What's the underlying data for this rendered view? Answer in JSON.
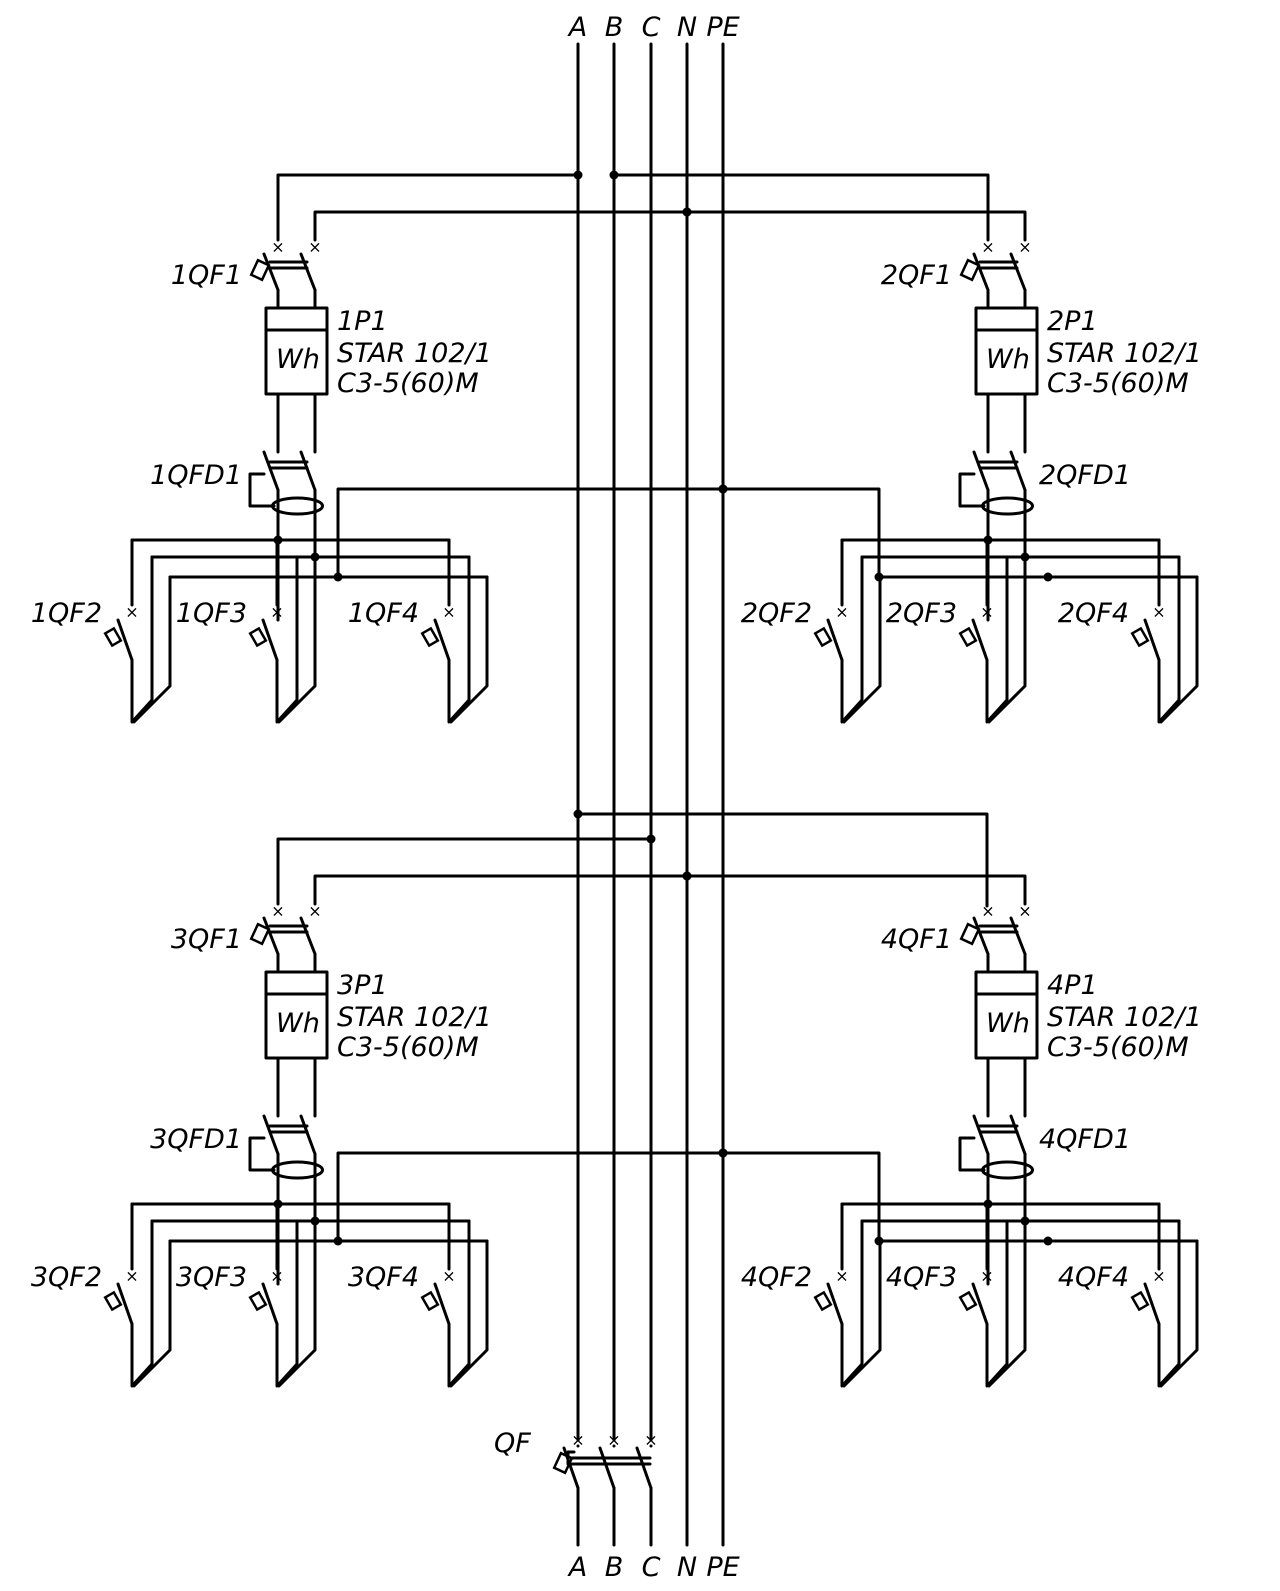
{
  "bus": {
    "top": [
      "A",
      "B",
      "C",
      "N",
      "PE"
    ],
    "bottom": [
      "A",
      "B",
      "C",
      "N",
      "PE"
    ]
  },
  "main_breaker": "QF",
  "units": [
    {
      "breaker": "1QF1",
      "meter_id": "1P1",
      "meter_model": "STAR 102/1",
      "meter_spec": "C3-5(60)M",
      "meter_symbol": "Wh",
      "rcd": "1QFD1",
      "branches": [
        "1QF2",
        "1QF3",
        "1QF4"
      ]
    },
    {
      "breaker": "2QF1",
      "meter_id": "2P1",
      "meter_model": "STAR 102/1",
      "meter_spec": "C3-5(60)M",
      "meter_symbol": "Wh",
      "rcd": "2QFD1",
      "branches": [
        "2QF2",
        "2QF3",
        "2QF4"
      ]
    },
    {
      "breaker": "3QF1",
      "meter_id": "3P1",
      "meter_model": "STAR 102/1",
      "meter_spec": "C3-5(60)M",
      "meter_symbol": "Wh",
      "rcd": "3QFD1",
      "branches": [
        "3QF2",
        "3QF3",
        "3QF4"
      ]
    },
    {
      "breaker": "4QF1",
      "meter_id": "4P1",
      "meter_model": "STAR 102/1",
      "meter_spec": "C3-5(60)M",
      "meter_symbol": "Wh",
      "rcd": "4QFD1",
      "branches": [
        "4QF2",
        "4QF3",
        "4QF4"
      ]
    }
  ]
}
